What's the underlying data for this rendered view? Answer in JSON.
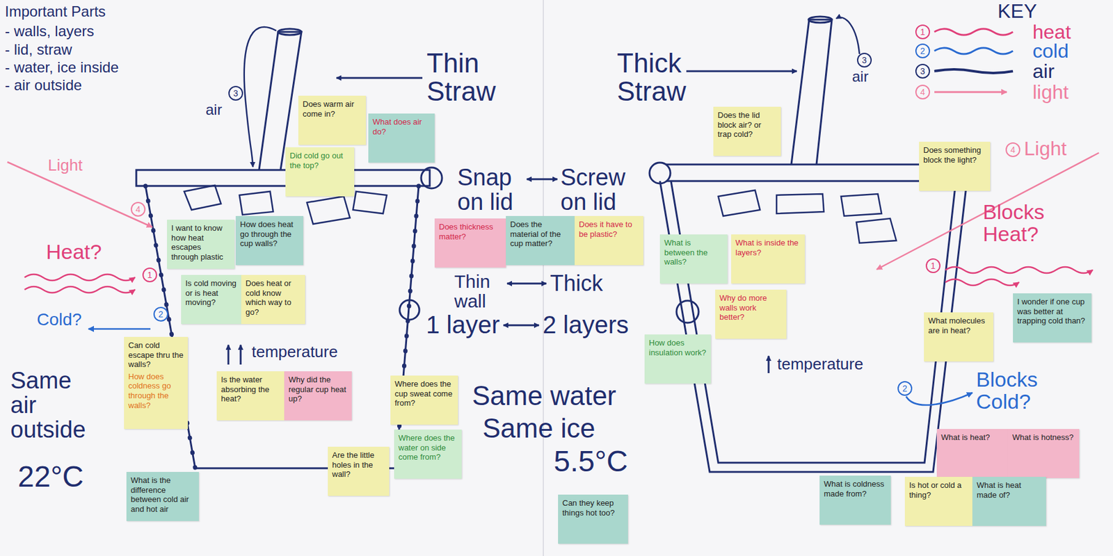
{
  "diagram": {
    "nodes": [
      {
        "text": [
          "Does warm air come in?"
        ]
      },
      {
        "text": [
          "What does air do?"
        ]
      },
      {
        "text": [
          "Did cold go out the top?"
        ]
      },
      {
        "text": [
          "I want to know how heat escapes through plastic"
        ]
      },
      {
        "text": [
          "How does heat go through the cup walls?"
        ]
      },
      {
        "text": [
          "Is cold moving or is heat moving?"
        ]
      },
      {
        "text": [
          "Does heat or cold know which way to go?"
        ]
      },
      {
        "text": [
          "Can cold escape thru the walls?",
          "How does coldness go through the walls?"
        ]
      },
      {
        "text": [
          "Is the water absorbing the heat?"
        ]
      },
      {
        "text": [
          "Why did the regular cup heat up?"
        ]
      },
      {
        "text": [
          "What is the difference between cold air and hot air"
        ]
      },
      {
        "text": [
          "Are the little holes in the wall?"
        ]
      },
      {
        "text": [
          "Where does the cup sweat come from?"
        ]
      },
      {
        "text": [
          "Where does the water on side come from?"
        ]
      },
      {
        "text": [
          "Does thickness matter?"
        ]
      },
      {
        "text": [
          "Does the material of the cup matter?"
        ]
      },
      {
        "text": [
          "Does it have to be plastic?"
        ]
      },
      {
        "text": [
          "Can they keep things hot too?"
        ]
      },
      {
        "text": [
          "Does the lid block air? or trap cold?"
        ]
      },
      {
        "text": [
          "Does something block the light?"
        ]
      },
      {
        "text": [
          "What is between the walls?"
        ]
      },
      {
        "text": [
          "What is inside the layers?"
        ]
      },
      {
        "text": [
          "Why do more walls work better?"
        ]
      },
      {
        "text": [
          "How does insulation work?"
        ]
      },
      {
        "text": [
          "What molecules are in heat?"
        ]
      },
      {
        "text": [
          "I wonder if one cup was better at trapping cold than?"
        ]
      },
      {
        "text": [
          "What is heat?"
        ]
      },
      {
        "text": [
          "What is hotness?"
        ]
      },
      {
        "text": [
          "What is coldness made from?"
        ]
      },
      {
        "text": [
          "Is hot or cold a thing?"
        ]
      },
      {
        "text": [
          "What is heat made of?"
        ]
      }
    ],
    "labels": [
      "Important Parts",
      "- walls, layers",
      "- lid, straw",
      "- water, ice inside",
      "- air outside",
      "Thin Straw",
      "3",
      "air",
      "Thick Straw",
      "3",
      "air",
      "KEY",
      "1",
      "2",
      "3",
      "4",
      "Light",
      "4",
      "Heat?",
      "1",
      "Cold?",
      "2",
      "Snap on lid",
      "Screw on lid",
      "Thin wall",
      "Thick",
      "1 layer",
      "2 layers",
      "temperature",
      "Same air outside",
      "22°C",
      "Same water",
      "Same ice",
      "5.5°C",
      "temperature",
      "Light",
      "4",
      "Blocks Heat?",
      "1",
      "Blocks Cold?",
      "2"
    ],
    "legend": [
      {
        "text": "heat"
      },
      {
        "text": "cold"
      },
      {
        "text": "air"
      },
      {
        "text": "light"
      }
    ]
  }
}
